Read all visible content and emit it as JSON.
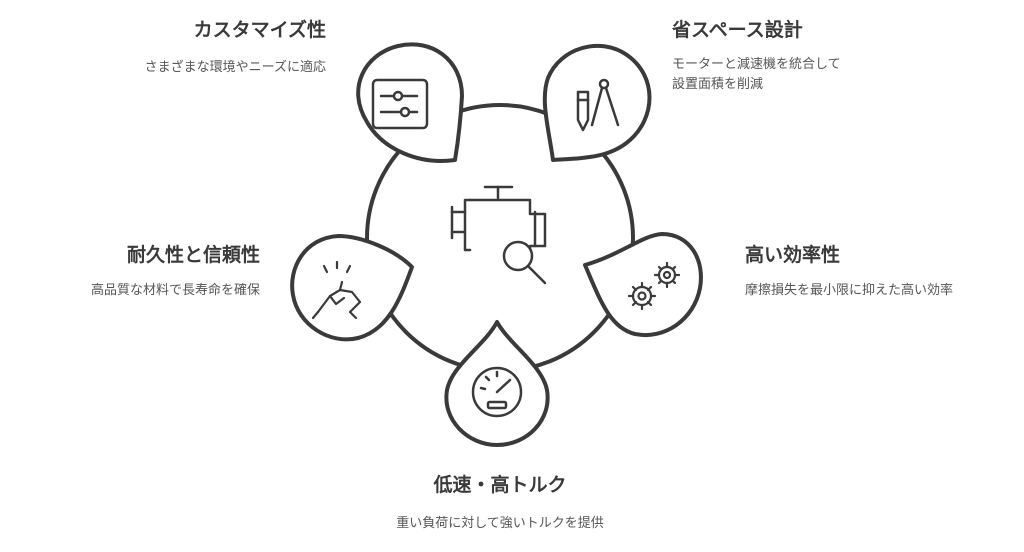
{
  "features": [
    {
      "id": "customizability",
      "title": "カスタマイズ性",
      "description": [
        "さまざまな環境やニーズに適応"
      ],
      "icon": "sliders-icon"
    },
    {
      "id": "space-saving",
      "title": "省スペース設計",
      "description": [
        "モーターと減速機を統合して",
        "設置面積を削減"
      ],
      "icon": "drafting-tools-icon"
    },
    {
      "id": "efficiency",
      "title": "高い効率性",
      "description": [
        "摩擦損失を最小限に抑えた高い効率"
      ],
      "icon": "gears-icon"
    },
    {
      "id": "low-speed-torque",
      "title": "低速・高トルク",
      "description": [
        "重い負荷に対して強いトルクを提供"
      ],
      "icon": "speedometer-icon"
    },
    {
      "id": "durability",
      "title": "耐久性と信頼性",
      "description": [
        "高品質な材料で長寿命を確保"
      ],
      "icon": "handshake-icon"
    }
  ],
  "center_icon": "engine-magnifier-icon"
}
